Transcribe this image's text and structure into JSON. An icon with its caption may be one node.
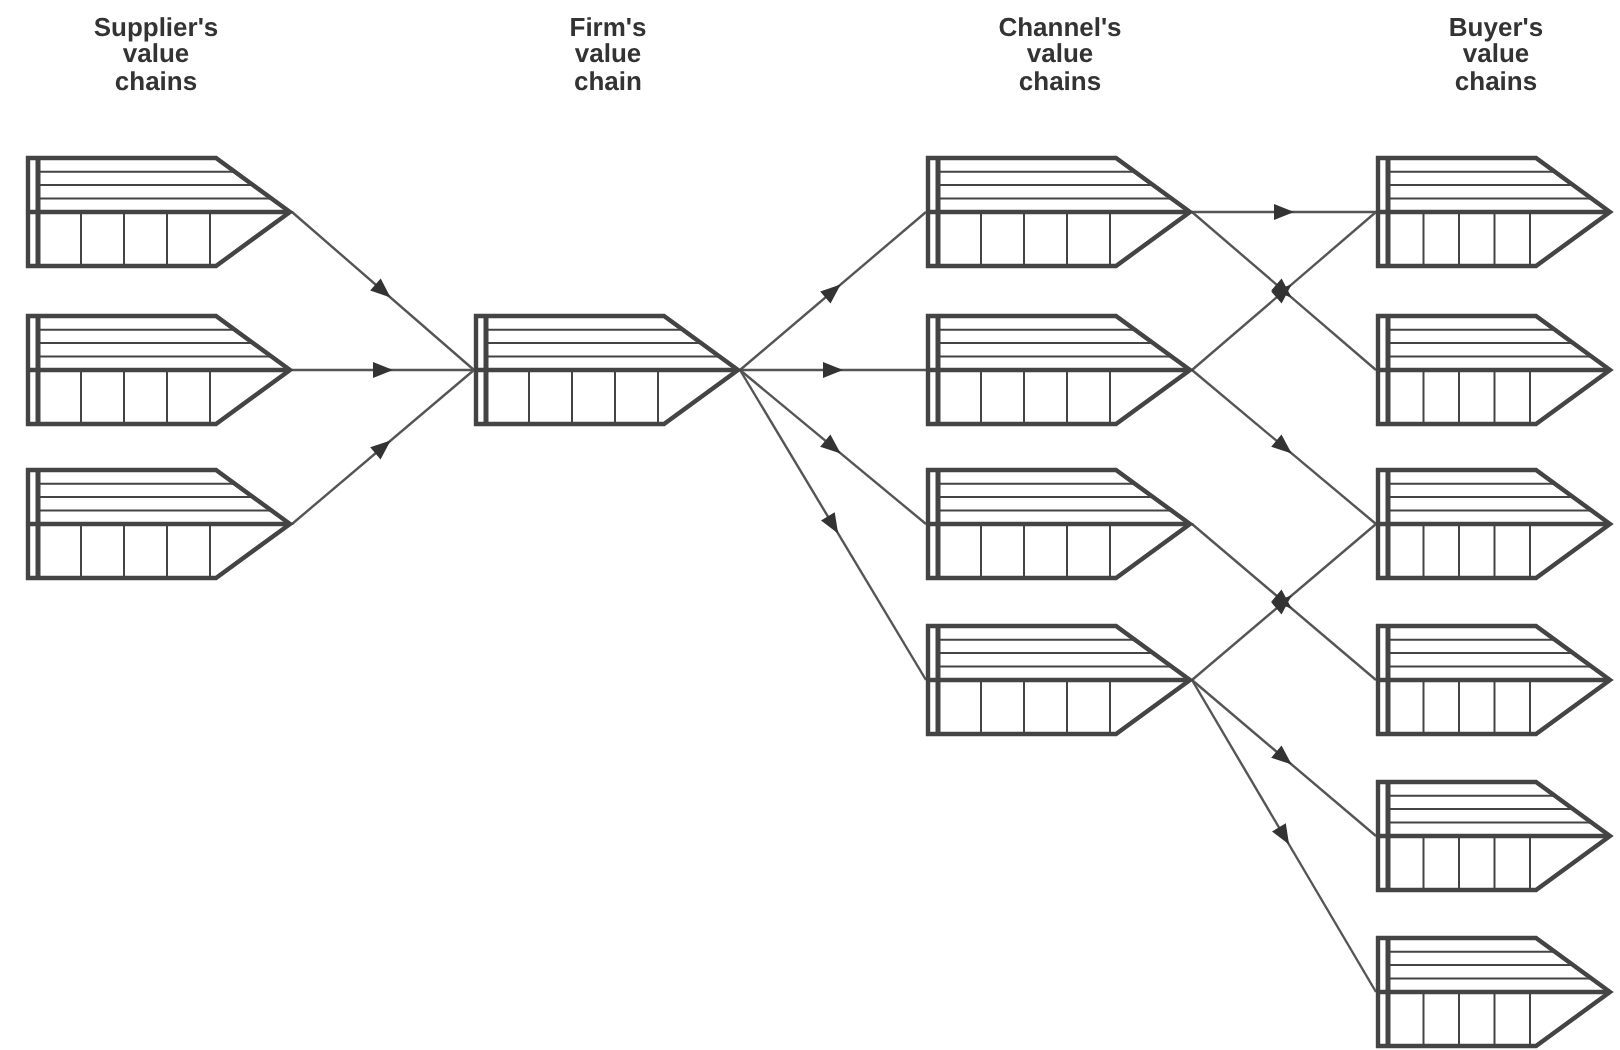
{
  "diagram": {
    "nodes": [
      {
        "text": [],
        "shape": "chevron"
      },
      {
        "text": [],
        "shape": "chevron"
      },
      {
        "text": [],
        "shape": "chevron"
      },
      {
        "text": [],
        "shape": "chevron"
      },
      {
        "text": [],
        "shape": "chevron"
      },
      {
        "text": [],
        "shape": "chevron"
      },
      {
        "text": [],
        "shape": "chevron"
      },
      {
        "text": [],
        "shape": "chevron"
      },
      {
        "text": [],
        "shape": "chevron"
      },
      {
        "text": [],
        "shape": "chevron"
      },
      {
        "text": [],
        "shape": "chevron"
      },
      {
        "text": [],
        "shape": "chevron"
      },
      {
        "text": [],
        "shape": "chevron"
      },
      {
        "text": [],
        "shape": "chevron"
      }
    ],
    "edges": [
      {
        "from": 0,
        "to": 3,
        "arrow": "to"
      },
      {
        "from": 1,
        "to": 3,
        "arrow": "to"
      },
      {
        "from": 2,
        "to": 3,
        "arrow": "to"
      },
      {
        "from": 3,
        "to": 4,
        "arrow": "to"
      },
      {
        "from": 3,
        "to": 5,
        "arrow": "to"
      },
      {
        "from": 3,
        "to": 6,
        "arrow": "to"
      },
      {
        "from": 3,
        "to": 7,
        "arrow": "to"
      },
      {
        "from": 4,
        "to": 8,
        "arrow": "to"
      },
      {
        "from": 4,
        "to": 9,
        "arrow": "to"
      },
      {
        "from": 5,
        "to": 8,
        "arrow": "to"
      },
      {
        "from": 5,
        "to": 10,
        "arrow": "to"
      },
      {
        "from": 6,
        "to": 11,
        "arrow": "to"
      },
      {
        "from": 7,
        "to": 10,
        "arrow": "to"
      },
      {
        "from": 7,
        "to": 12,
        "arrow": "to"
      },
      {
        "from": 7,
        "to": 13,
        "arrow": "to"
      }
    ],
    "labels": [
      "Supplier's value chains",
      "Firm's value chain",
      "Channel's value chains",
      "Buyer's value chains"
    ]
  }
}
